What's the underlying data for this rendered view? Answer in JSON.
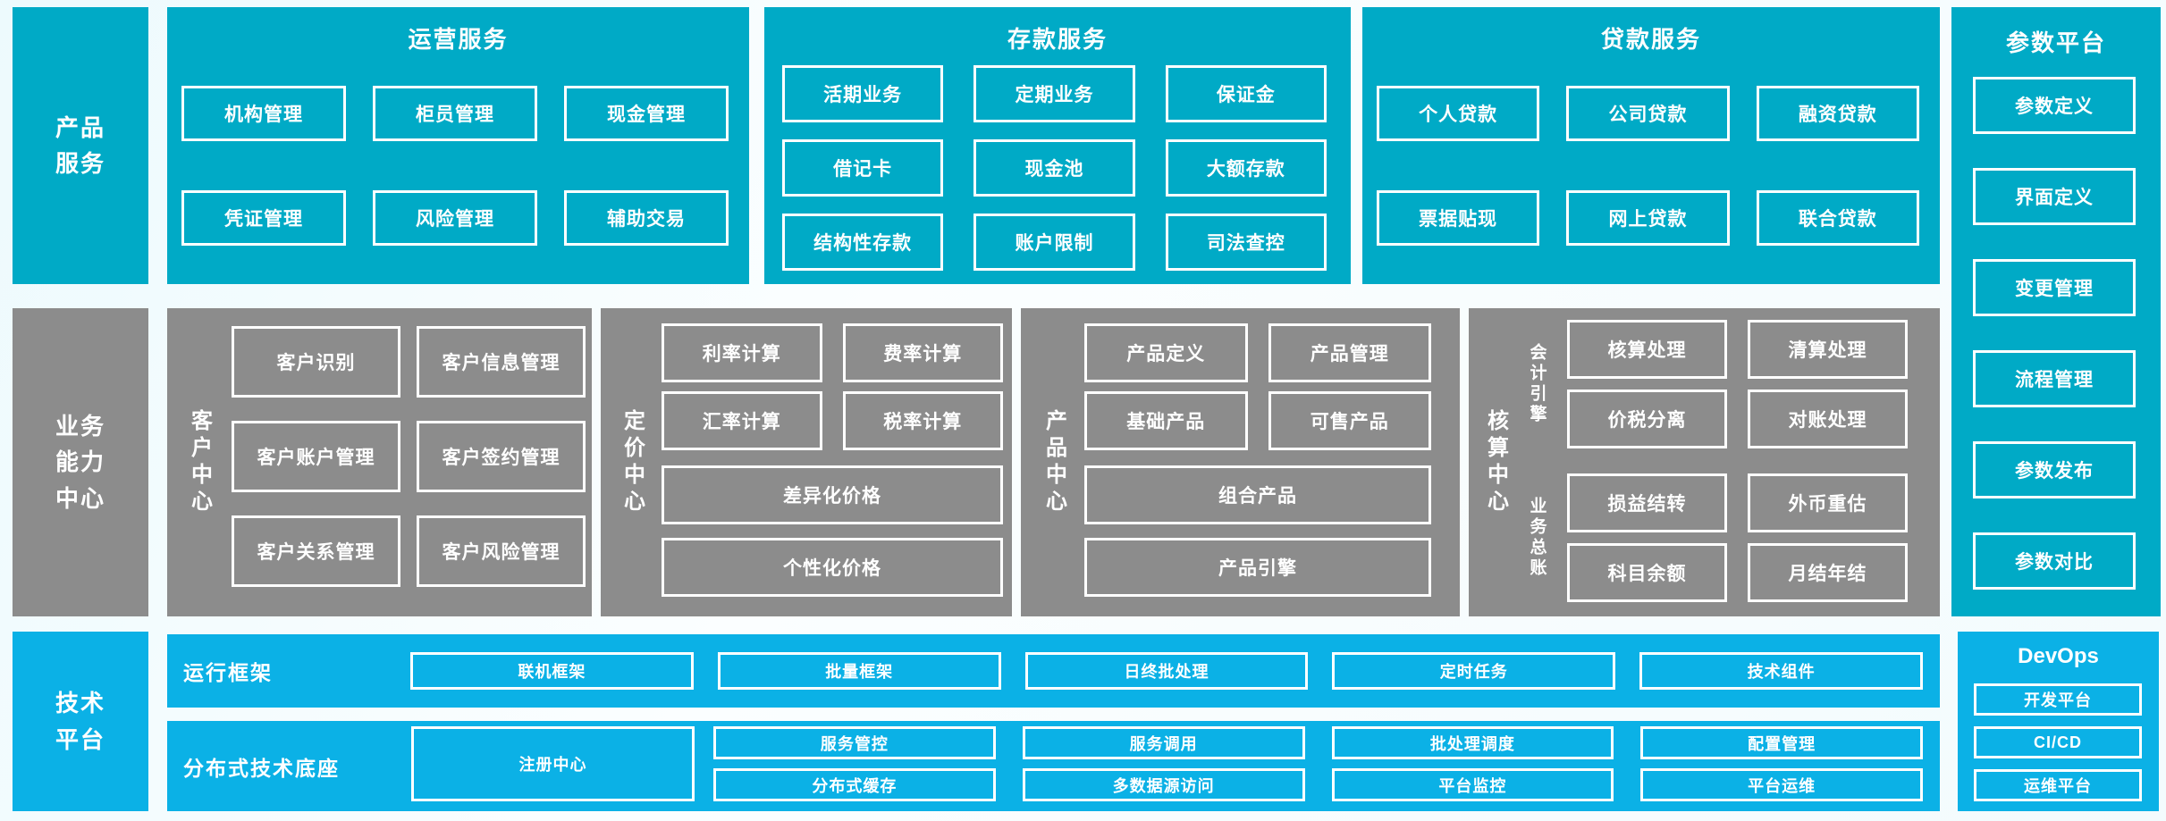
{
  "colors": {
    "teal": "#00AAC6",
    "gray": "#8C8C8C",
    "blue": "#0BB1E6",
    "background": "#F6FCFE",
    "text": "#FFFFFF"
  },
  "left_rail": {
    "product_services": "产品\n服务",
    "business_capability": "业务\n能力\n中心",
    "tech_platform": "技术\n平台"
  },
  "operations": {
    "title": "运营服务",
    "items": [
      "机构管理",
      "柜员管理",
      "现金管理",
      "凭证管理",
      "风险管理",
      "辅助交易"
    ]
  },
  "deposit": {
    "title": "存款服务",
    "items": [
      "活期业务",
      "定期业务",
      "保证金",
      "借记卡",
      "现金池",
      "大额存款",
      "结构性存款",
      "账户限制",
      "司法查控"
    ]
  },
  "loan": {
    "title": "贷款服务",
    "items": [
      "个人贷款",
      "公司贷款",
      "融资贷款",
      "票据贴现",
      "网上贷款",
      "联合贷款"
    ]
  },
  "parameter_platform": {
    "title": "参数平台",
    "items": [
      "参数定义",
      "界面定义",
      "变更管理",
      "流程管理",
      "参数发布",
      "参数对比"
    ]
  },
  "customer_center": {
    "label": "客户中心",
    "items": [
      "客户识别",
      "客户信息管理",
      "客户账户管理",
      "客户签约管理",
      "客户关系管理",
      "客户风险管理"
    ]
  },
  "pricing_center": {
    "label": "定价中心",
    "grid_items": [
      "利率计算",
      "费率计算",
      "汇率计算",
      "税率计算"
    ],
    "wide_items": [
      "差异化价格",
      "个性化价格"
    ]
  },
  "product_center": {
    "label": "产品中心",
    "grid_items": [
      "产品定义",
      "产品管理",
      "基础产品",
      "可售产品"
    ],
    "wide_items": [
      "组合产品",
      "产品引擎"
    ]
  },
  "accounting_center": {
    "label": "核算中心",
    "engine_label": "会计引擎",
    "engine_items": [
      "核算处理",
      "清算处理",
      "价税分离",
      "对账处理"
    ],
    "ledger_label": "业务总账",
    "ledger_items": [
      "损益结转",
      "外币重估",
      "科目余额",
      "月结年结"
    ]
  },
  "runtime_framework": {
    "label": "运行框架",
    "items": [
      "联机框架",
      "批量框架",
      "日终批处理",
      "定时任务",
      "技术组件"
    ]
  },
  "distributed_base": {
    "label": "分布式技术底座",
    "registry": "注册中心",
    "row1": [
      "服务管控",
      "服务调用",
      "批处理调度",
      "配置管理"
    ],
    "row2": [
      "分布式缓存",
      "多数据源访问",
      "平台监控",
      "平台运维"
    ]
  },
  "devops": {
    "title": "DevOps",
    "items": [
      "开发平台",
      "CI/CD",
      "运维平台"
    ]
  }
}
